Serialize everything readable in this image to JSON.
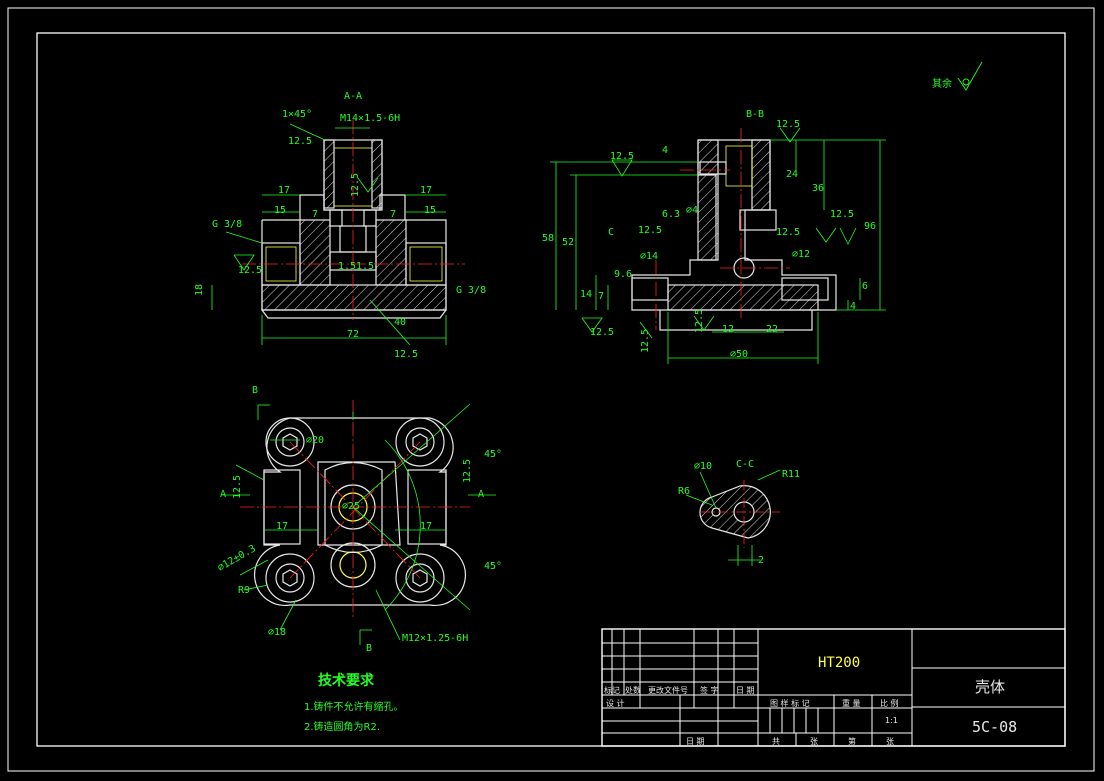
{
  "section_labels": {
    "aa": "A-A",
    "bb": "B-B",
    "cc": "C-C",
    "c_marker": "C"
  },
  "view_markers": {
    "b_top": "B",
    "b_bottom": "B",
    "a_left": "A",
    "a_right": "A"
  },
  "roughness_note": "其余",
  "aa_dims": {
    "chamfer": "1×45°",
    "rough_top": "12.5",
    "thread_top": "M14×1.5-6H",
    "rough_bore": "12.5",
    "w17_left": "17",
    "w17_right": "17",
    "w15_left": "15",
    "w15_right": "15",
    "w7_left": "7",
    "w7_right": "7",
    "g38_left": "G 3/8",
    "g38_right": "G 3/8",
    "rough_left": "12.5",
    "h18": "18",
    "w72": "72",
    "depth_mid": "1.5",
    "depth_mid2": "1.5",
    "angle40": "40",
    "rough_bottom": "12.5"
  },
  "bb_dims": {
    "rough_tl": "12.5",
    "rough_tr": "12.5",
    "d4": "4",
    "d24": "24",
    "d36": "36",
    "d96": "96",
    "d58": "58",
    "d52": "52",
    "rough_6_3": "6.3",
    "rough_12_5a": "12.5",
    "phi14": "⌀14",
    "phi4": "⌀4",
    "phi12": "⌀12",
    "rough_12_5b": "12.5",
    "rough_12_5c": "12.5",
    "d9_6": "9.6",
    "d14": "14",
    "d7": "7",
    "rough_lb": "12.5",
    "rough_b1": "12.5",
    "rough_b2": "12.5",
    "d12": "12",
    "d22": "22",
    "phi50": "⌀50",
    "d6": "6",
    "d4b": "4"
  },
  "plan_dims": {
    "phi20": "⌀20",
    "d17_left": "17",
    "d17_right": "17",
    "angle45_top": "45°",
    "angle45_bottom": "45°",
    "rough_right": "12.5",
    "rough_left": "12.5",
    "phi12_0_3": "⌀12±0.3",
    "r9": "R9",
    "phi18": "⌀18",
    "thread_bottom": "M12×1.25-6H",
    "center_phi": "⌀25"
  },
  "cc_dims": {
    "phi10": "⌀10",
    "r6": "R6",
    "r11": "R11",
    "d2": "2"
  },
  "tech_requirements": {
    "title": "技术要求",
    "items": [
      "1.铸件不允许有缩孔。",
      "2.铸造圆角为R2."
    ]
  },
  "title_block": {
    "material": "HT200",
    "part_name": "壳体",
    "drawing_no": "5C-08",
    "scale": "1:1",
    "headers_left": [
      "标记",
      "处数",
      "更改文件号",
      "签 字",
      "日 期"
    ],
    "row_design": "设 计",
    "row_date": "日 期",
    "headers_right": [
      "图 样 标 记",
      "重 量",
      "比 例"
    ],
    "footer_right": [
      "共",
      "张",
      "第",
      "张"
    ]
  },
  "colors": {
    "outline": "#e8e8e8",
    "dim": "#22ff22",
    "center": "#ff2222",
    "hatch": "#e8e8e8",
    "thread": "#ffff44",
    "frame": "#ffffff"
  }
}
